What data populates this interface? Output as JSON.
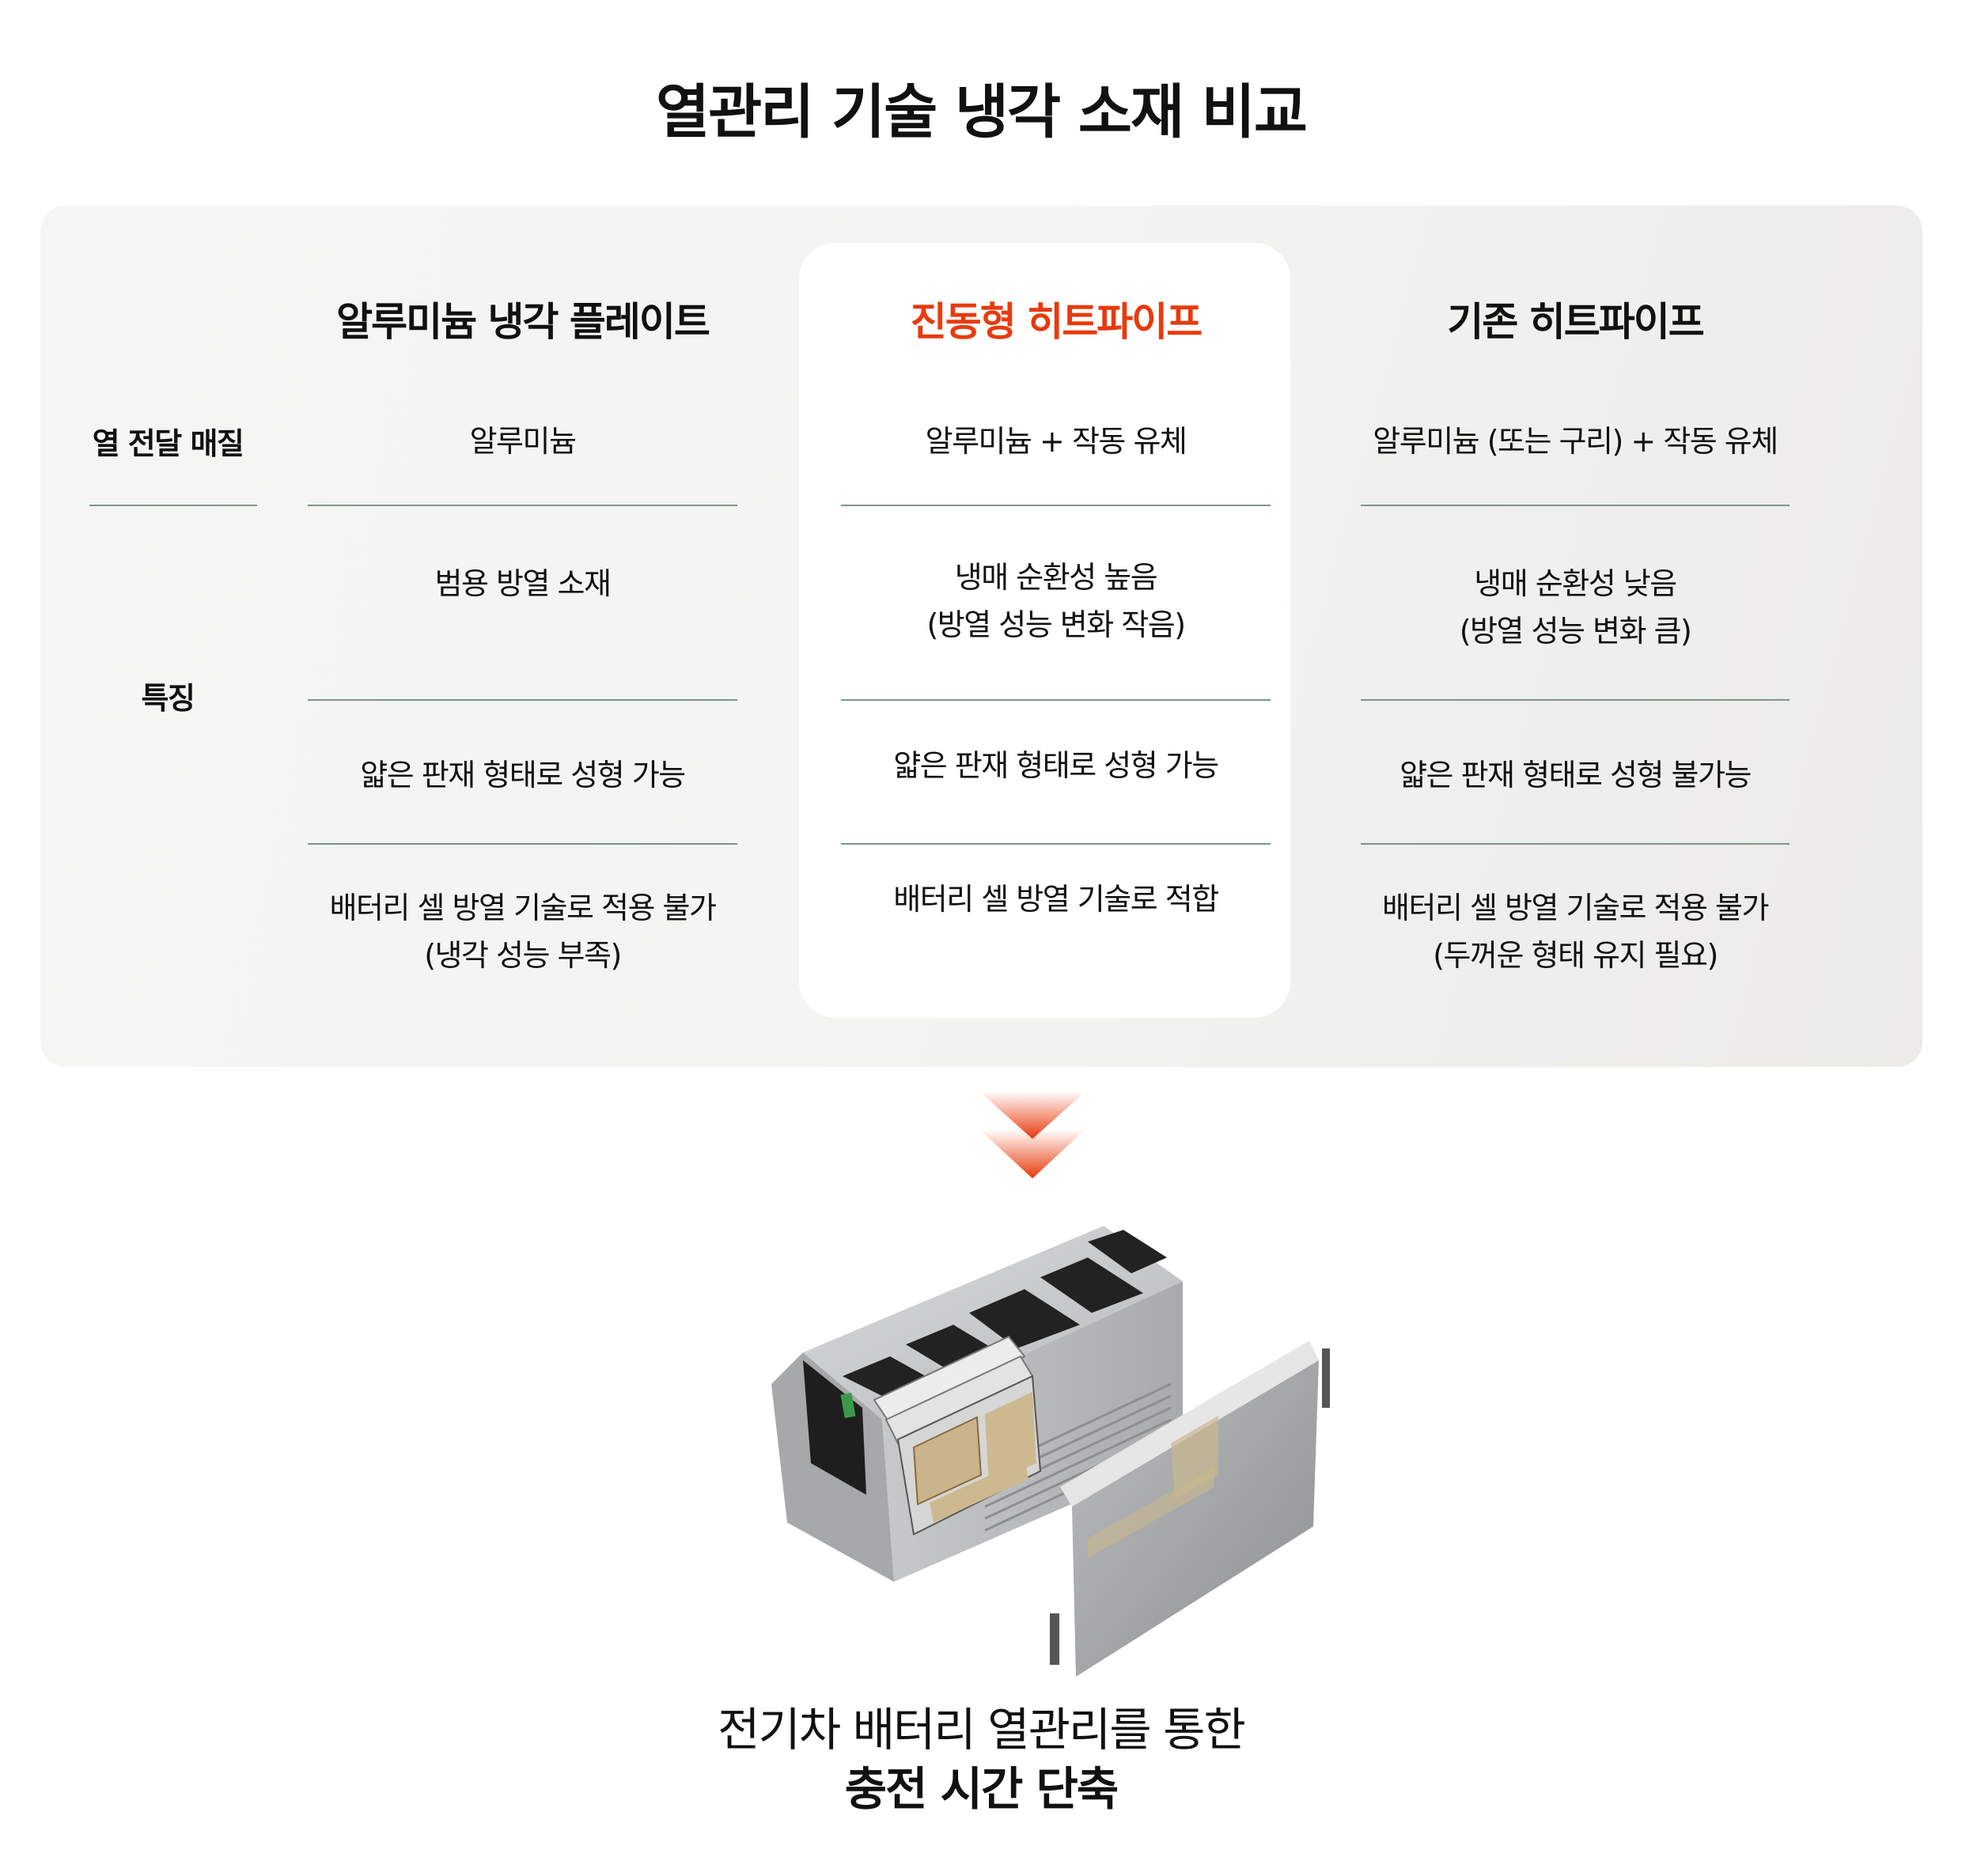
{
  "title": "열관리 기술 냉각 소재 비교",
  "colors": {
    "accent": "#e83a0c",
    "divider": "#7d9688",
    "panel_bg": "#f5f5f5",
    "card_bg": "#ffffff",
    "text": "#111111"
  },
  "table": {
    "columns": [
      {
        "label": "알루미늄 냉각 플레이트",
        "highlighted": false
      },
      {
        "label": "진동형 히트파이프",
        "highlighted": true
      },
      {
        "label": "기존 히트파이프",
        "highlighted": false
      }
    ],
    "row_labels": {
      "medium": "열 전달 매질",
      "features": "특징"
    },
    "rows": {
      "medium": [
        "알루미늄",
        "알루미늄 + 작동 유체",
        "알루미늄 (또는 구리) + 작동 유체"
      ],
      "feature1": [
        {
          "line1": "범용 방열 소재",
          "line2": ""
        },
        {
          "line1": "냉매 순환성 높음",
          "line2": "(방열 성능 변화 작음)"
        },
        {
          "line1": "냉매 순환성 낮음",
          "line2": "(방열 성능 변화 큼)"
        }
      ],
      "feature2": [
        "얇은 판재 형태로 성형 가능",
        "얇은 판재 형태로 성형 가능",
        "얇은 판재 형태로 성형 불가능"
      ],
      "feature3": [
        {
          "line1": "배터리 셀 방열 기술로 적용 불가",
          "line2": "(냉각 성능 부족)"
        },
        {
          "line1": "배터리 셀 방열 기술로 적합",
          "line2": ""
        },
        {
          "line1": "배터리 셀 방열 기술로 적용 불가",
          "line2": "(두꺼운 형태 유지 필요)"
        }
      ]
    }
  },
  "arrow_icon": "double-chevron-down-icon",
  "illustration": "battery-module-exploded-view",
  "caption": {
    "line1": "전기차 배터리 열관리를 통한",
    "line2": "충전 시간 단축"
  }
}
